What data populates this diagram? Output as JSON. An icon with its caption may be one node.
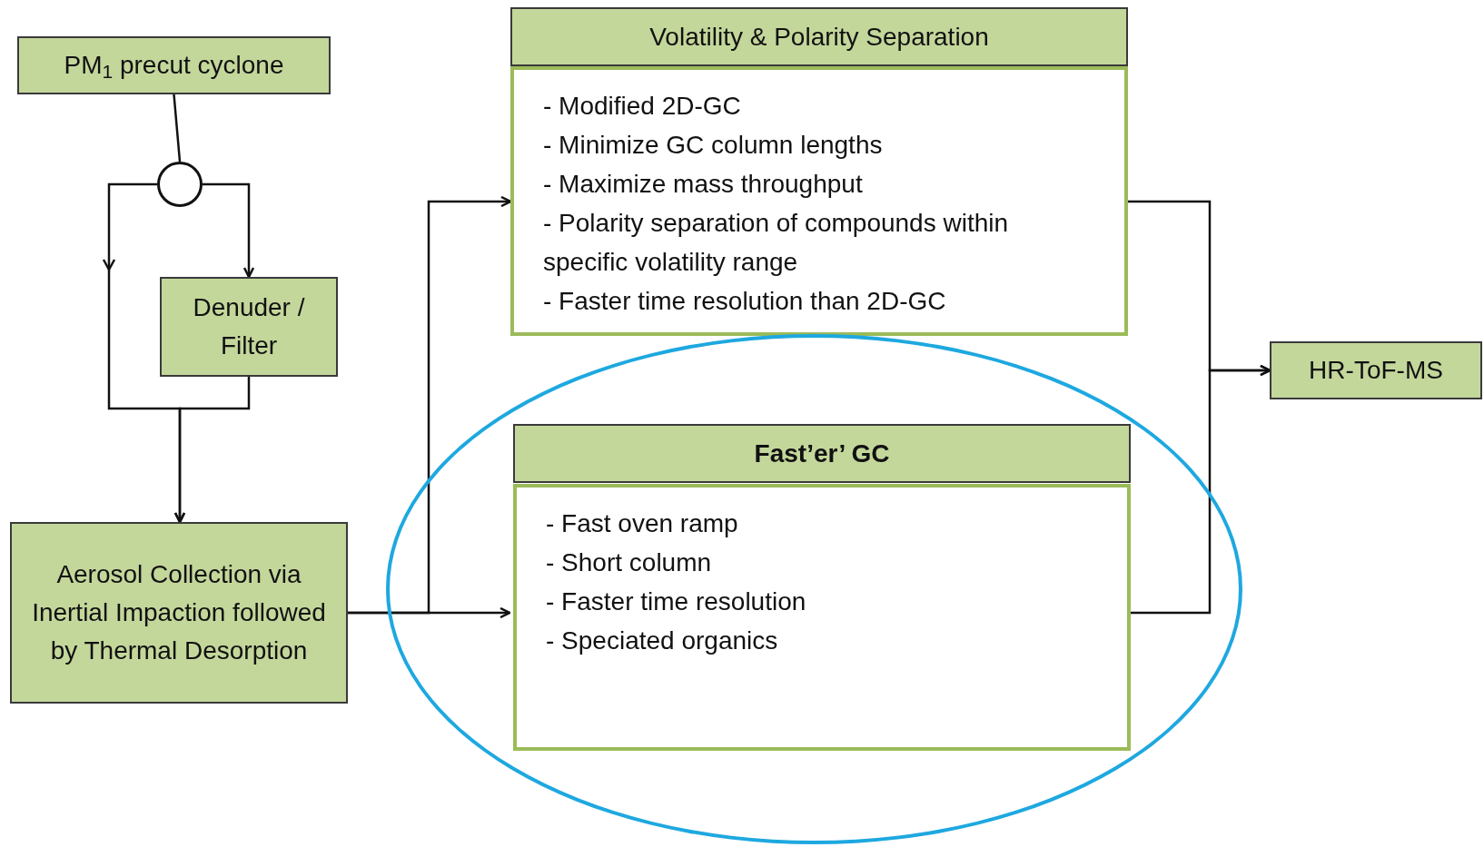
{
  "diagram": {
    "nodes": [
      {
        "text": [
          "PM$_{1}$ precut cyclone"
        ]
      },
      {
        "text": [],
        "shape": "circle"
      },
      {
        "text": [
          "Denuder / Filter"
        ]
      },
      {
        "text": [
          "Aerosol Collection via Inertial Impaction followed by Thermal Desorption"
        ]
      },
      {
        "text": [
          "Volatility & Polarity Separation"
        ]
      },
      {
        "text": [
          "- Modified 2D-GC",
          "- Minimize GC column lengths",
          "- Maximize mass throughput",
          "- Polarity separation of compounds within specific volatility range",
          "- Faster time resolution than 2D-GC"
        ]
      },
      {
        "text": [],
        "shape": "ellipse"
      },
      {
        "text": [
          "Fast’er’ GC"
        ],
        "in": 6
      },
      {
        "text": [
          "- Fast oven ramp",
          "- Short column",
          "- Faster time resolution",
          "- Speciated organics"
        ],
        "in": 6
      },
      {
        "text": [
          "HR-ToF-MS"
        ]
      }
    ],
    "edges": [
      {
        "from": 0,
        "to": 1,
        "arrow": "none"
      },
      {
        "from": 1,
        "to": 2,
        "arrow": "to"
      },
      {
        "from": 1,
        "to": 3,
        "arrow": "to"
      },
      {
        "from": 2,
        "to": 3,
        "arrow": "to"
      },
      {
        "from": 3,
        "to": 5,
        "arrow": "to"
      },
      {
        "from": 3,
        "to": 8,
        "arrow": "to"
      },
      {
        "from": 5,
        "to": 9,
        "arrow": "to"
      },
      {
        "from": 8,
        "to": 9,
        "arrow": "to"
      }
    ]
  }
}
